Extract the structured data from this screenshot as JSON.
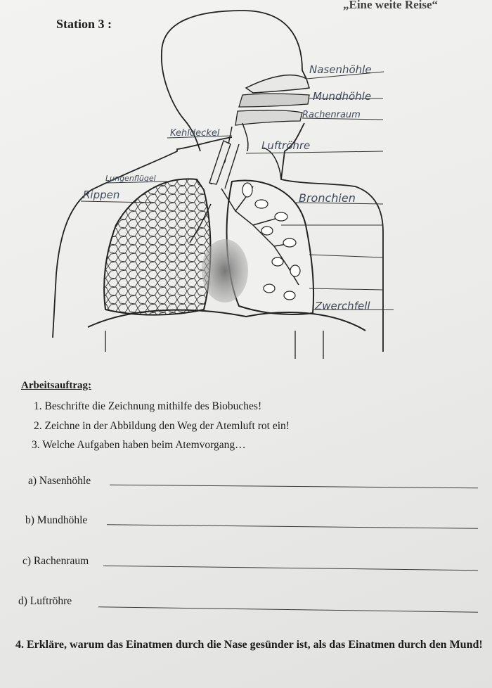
{
  "header": {
    "title": "„Eine weite Reise“",
    "station": "Station 3 :"
  },
  "drawing": {
    "labels": [
      "Nasenhöhle",
      "Mundhöhle",
      "Rachenraum",
      "Kehldeckel",
      "Luftröhre",
      "Lungenflügel",
      "Rippen",
      "Bronchien",
      "Zwerchfell"
    ]
  },
  "assignment": {
    "heading": "Arbeitsauftrag:",
    "tasks": [
      "1. Beschrifte die Zeichnung mithilfe des Biobuches!",
      "2. Zeichne in der Abbildung den Weg der Atemluft rot ein!",
      "3. Welche Aufgaben haben beim Atemvorgang…"
    ],
    "questions": [
      "a)  Nasenhöhle",
      "b)  Mundhöhle",
      "c)  Rachenraum",
      "d)  Luftröhre"
    ],
    "task4": "4. Erkläre, warum das Einatmen durch die Nase gesünder ist, als das Einatmen durch den Mund!"
  }
}
